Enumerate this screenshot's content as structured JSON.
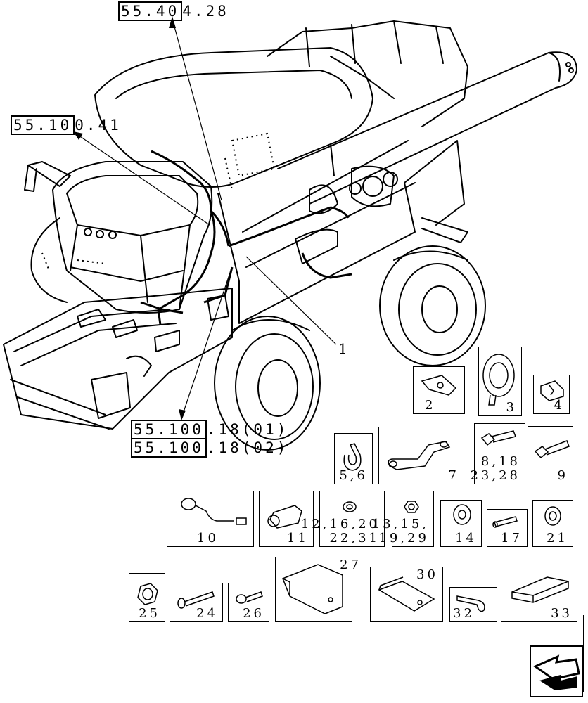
{
  "references": {
    "ref_55_404_28": {
      "boxed": "55.40",
      "rest": "4.28"
    },
    "ref_55_100_41": {
      "boxed": "55.10",
      "rest": "0.41"
    },
    "ref_55_100_18_01": {
      "boxed": "55.100",
      "rest": ".18(01)"
    },
    "ref_55_100_18_02": {
      "boxed": "55.100",
      "rest": ".18(02)"
    }
  },
  "callout_main": "1",
  "parts": [
    {
      "id": "p2",
      "label": "2"
    },
    {
      "id": "p3",
      "label": "3"
    },
    {
      "id": "p4",
      "label": "4"
    },
    {
      "id": "p56",
      "label": "5,6"
    },
    {
      "id": "p7",
      "label": "7"
    },
    {
      "id": "p8",
      "label": "8,18",
      "label2": "23,28"
    },
    {
      "id": "p9",
      "label": "9"
    },
    {
      "id": "p10",
      "label": "10"
    },
    {
      "id": "p11",
      "label": "11"
    },
    {
      "id": "p12",
      "label": "12,16,20",
      "label2": "22,31"
    },
    {
      "id": "p13",
      "label": "13,15,",
      "label2": "19,29"
    },
    {
      "id": "p14",
      "label": "14"
    },
    {
      "id": "p17",
      "label": "17"
    },
    {
      "id": "p21",
      "label": "21"
    },
    {
      "id": "p25",
      "label": "25"
    },
    {
      "id": "p24",
      "label": "24"
    },
    {
      "id": "p26",
      "label": "26"
    },
    {
      "id": "p27",
      "label": "27"
    },
    {
      "id": "p30",
      "label": "30"
    },
    {
      "id": "p32",
      "label": "32"
    },
    {
      "id": "p33",
      "label": "33"
    }
  ],
  "nav_icon": "next-page-arrow-icon"
}
